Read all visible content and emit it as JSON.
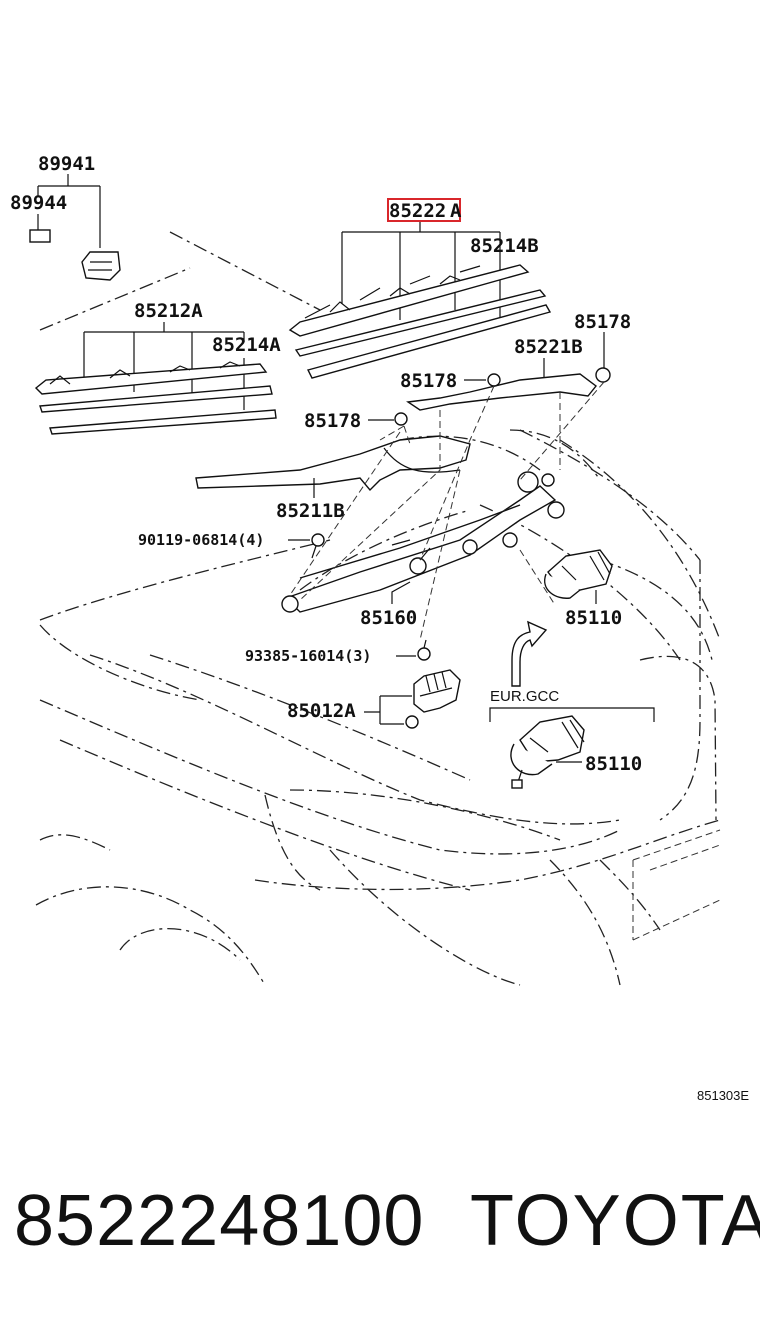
{
  "diagram": {
    "labels": {
      "l89941": "89941",
      "l89944": "89944",
      "l85222": "85222",
      "l85222_suffix": "A",
      "l85214b": "85214B",
      "l85212a": "85212A",
      "l85214a": "85214A",
      "l85178_a": "85178",
      "l85221b": "85221B",
      "l85178_b": "85178",
      "l85178_c": "85178",
      "l85211b": "85211B",
      "l90119": "90119-06814(4)",
      "l85160": "85160",
      "l85110_a": "85110",
      "l93385": "93385-16014(3)",
      "l85012a": "85012A",
      "l_eur": "EUR.GCC",
      "l85110_b": "85110"
    },
    "reference_code": "851303E",
    "highlight_color": "#d9262b"
  },
  "footer": {
    "part_number": "8522248100",
    "brand": "TOYOTA"
  }
}
